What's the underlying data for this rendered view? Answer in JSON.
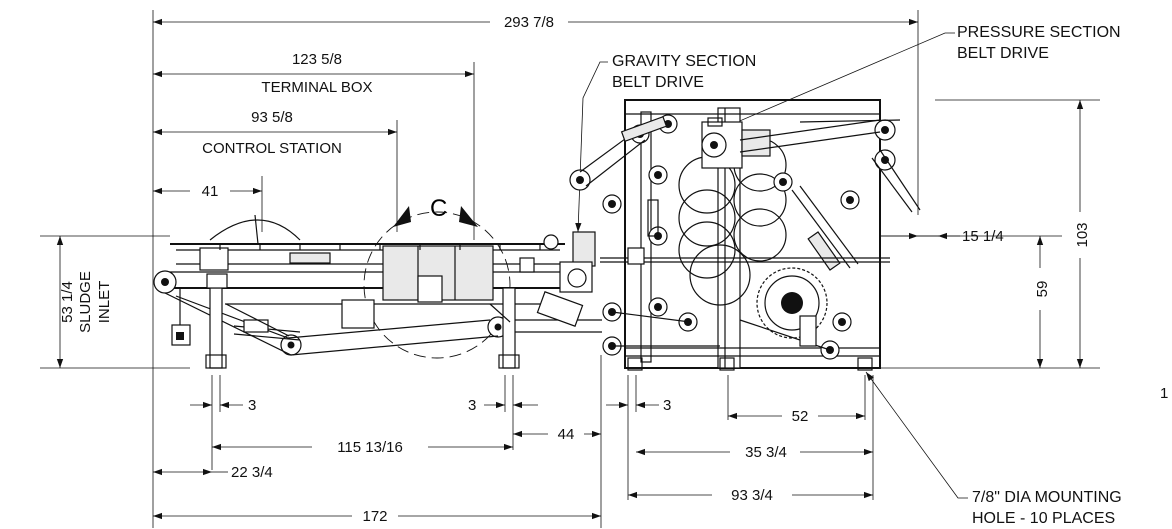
{
  "dimensions": {
    "overall_top": "293 7/8",
    "terminal_box_dim": "123 5/8",
    "terminal_box_label": "TERMINAL BOX",
    "control_station_dim": "93 5/8",
    "control_station_label": "CONTROL STATION",
    "left_41": "41",
    "sludge_height": "53 1/4",
    "sludge_label_1": "SLUDGE",
    "sludge_label_2": "INLET",
    "right_15_1_4": "15 1/4",
    "right_59": "59",
    "right_103": "103",
    "bottom_3a": "3",
    "bottom_3b": "3",
    "bottom_3c": "3",
    "bottom_115": "115 13/16",
    "bottom_44": "44",
    "bottom_52": "52",
    "bottom_35": "35 3/4",
    "bottom_22": "22 3/4",
    "bottom_93_3_4": "93 3/4",
    "bottom_172": "172",
    "edge_partial": "1"
  },
  "callouts": {
    "gravity_1": "GRAVITY SECTION",
    "gravity_2": "BELT DRIVE",
    "pressure_1": "PRESSURE SECTION",
    "pressure_2": "BELT DRIVE",
    "mounting_1": "7/8\" DIA MOUNTING",
    "mounting_2": "HOLE - 10 PLACES",
    "swing_letter": "C"
  }
}
